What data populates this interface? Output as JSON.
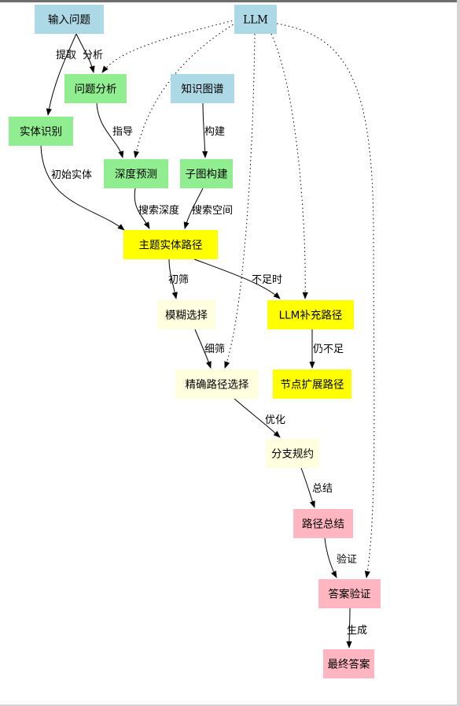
{
  "colors": {
    "input": "#add8e6",
    "process": "#90ee90",
    "key": "#ffff00",
    "select": "#ffffe0",
    "output": "#ffb6c1",
    "edge": "#000000"
  },
  "nodes": {
    "input_question": {
      "label": "输入问题",
      "color": "input"
    },
    "llm": {
      "label": "LLM",
      "color": "input"
    },
    "question_analysis": {
      "label": "问题分析",
      "color": "process"
    },
    "knowledge_graph": {
      "label": "知识图谱",
      "color": "input"
    },
    "entity_recognition": {
      "label": "实体识别",
      "color": "process"
    },
    "depth_prediction": {
      "label": "深度预测",
      "color": "process"
    },
    "subgraph_construction": {
      "label": "子图构建",
      "color": "process"
    },
    "topic_entity_paths": {
      "label": "主题实体路径",
      "color": "key"
    },
    "fuzzy_selection": {
      "label": "模糊选择",
      "color": "select"
    },
    "llm_supplement_paths": {
      "label": "LLM补充路径",
      "color": "key"
    },
    "precise_path_selection": {
      "label": "精确路径选择",
      "color": "select"
    },
    "node_expansion_paths": {
      "label": "节点扩展路径",
      "color": "key"
    },
    "branch_pruning": {
      "label": "分支规约",
      "color": "select"
    },
    "path_summary": {
      "label": "路径总结",
      "color": "output"
    },
    "answer_verification": {
      "label": "答案验证",
      "color": "output"
    },
    "final_answer": {
      "label": "最终答案",
      "color": "output"
    }
  },
  "edges": [
    {
      "from": "input_question",
      "to": "entity_recognition",
      "label": "提取",
      "style": "solid"
    },
    {
      "from": "input_question",
      "to": "question_analysis",
      "label": "分析",
      "style": "solid"
    },
    {
      "from": "question_analysis",
      "to": "depth_prediction",
      "label": "指导",
      "style": "solid"
    },
    {
      "from": "knowledge_graph",
      "to": "subgraph_construction",
      "label": "构建",
      "style": "solid"
    },
    {
      "from": "entity_recognition",
      "to": "topic_entity_paths",
      "label": "初始实体",
      "style": "solid"
    },
    {
      "from": "depth_prediction",
      "to": "topic_entity_paths",
      "label": "搜索深度",
      "style": "solid"
    },
    {
      "from": "subgraph_construction",
      "to": "topic_entity_paths",
      "label": "搜索空间",
      "style": "solid"
    },
    {
      "from": "topic_entity_paths",
      "to": "fuzzy_selection",
      "label": "初筛",
      "style": "solid"
    },
    {
      "from": "topic_entity_paths",
      "to": "llm_supplement_paths",
      "label": "不足时",
      "style": "solid"
    },
    {
      "from": "fuzzy_selection",
      "to": "precise_path_selection",
      "label": "细筛",
      "style": "solid"
    },
    {
      "from": "llm_supplement_paths",
      "to": "node_expansion_paths",
      "label": "仍不足",
      "style": "solid"
    },
    {
      "from": "precise_path_selection",
      "to": "branch_pruning",
      "label": "优化",
      "style": "solid"
    },
    {
      "from": "branch_pruning",
      "to": "path_summary",
      "label": "总结",
      "style": "solid"
    },
    {
      "from": "path_summary",
      "to": "answer_verification",
      "label": "验证",
      "style": "solid"
    },
    {
      "from": "answer_verification",
      "to": "final_answer",
      "label": "生成",
      "style": "solid"
    },
    {
      "from": "llm",
      "to": "question_analysis",
      "label": "",
      "style": "dotted"
    },
    {
      "from": "llm",
      "to": "depth_prediction",
      "label": "",
      "style": "dotted"
    },
    {
      "from": "llm",
      "to": "precise_path_selection",
      "label": "",
      "style": "dotted"
    },
    {
      "from": "llm",
      "to": "llm_supplement_paths",
      "label": "",
      "style": "dotted"
    },
    {
      "from": "llm",
      "to": "answer_verification",
      "label": "",
      "style": "dotted"
    }
  ]
}
